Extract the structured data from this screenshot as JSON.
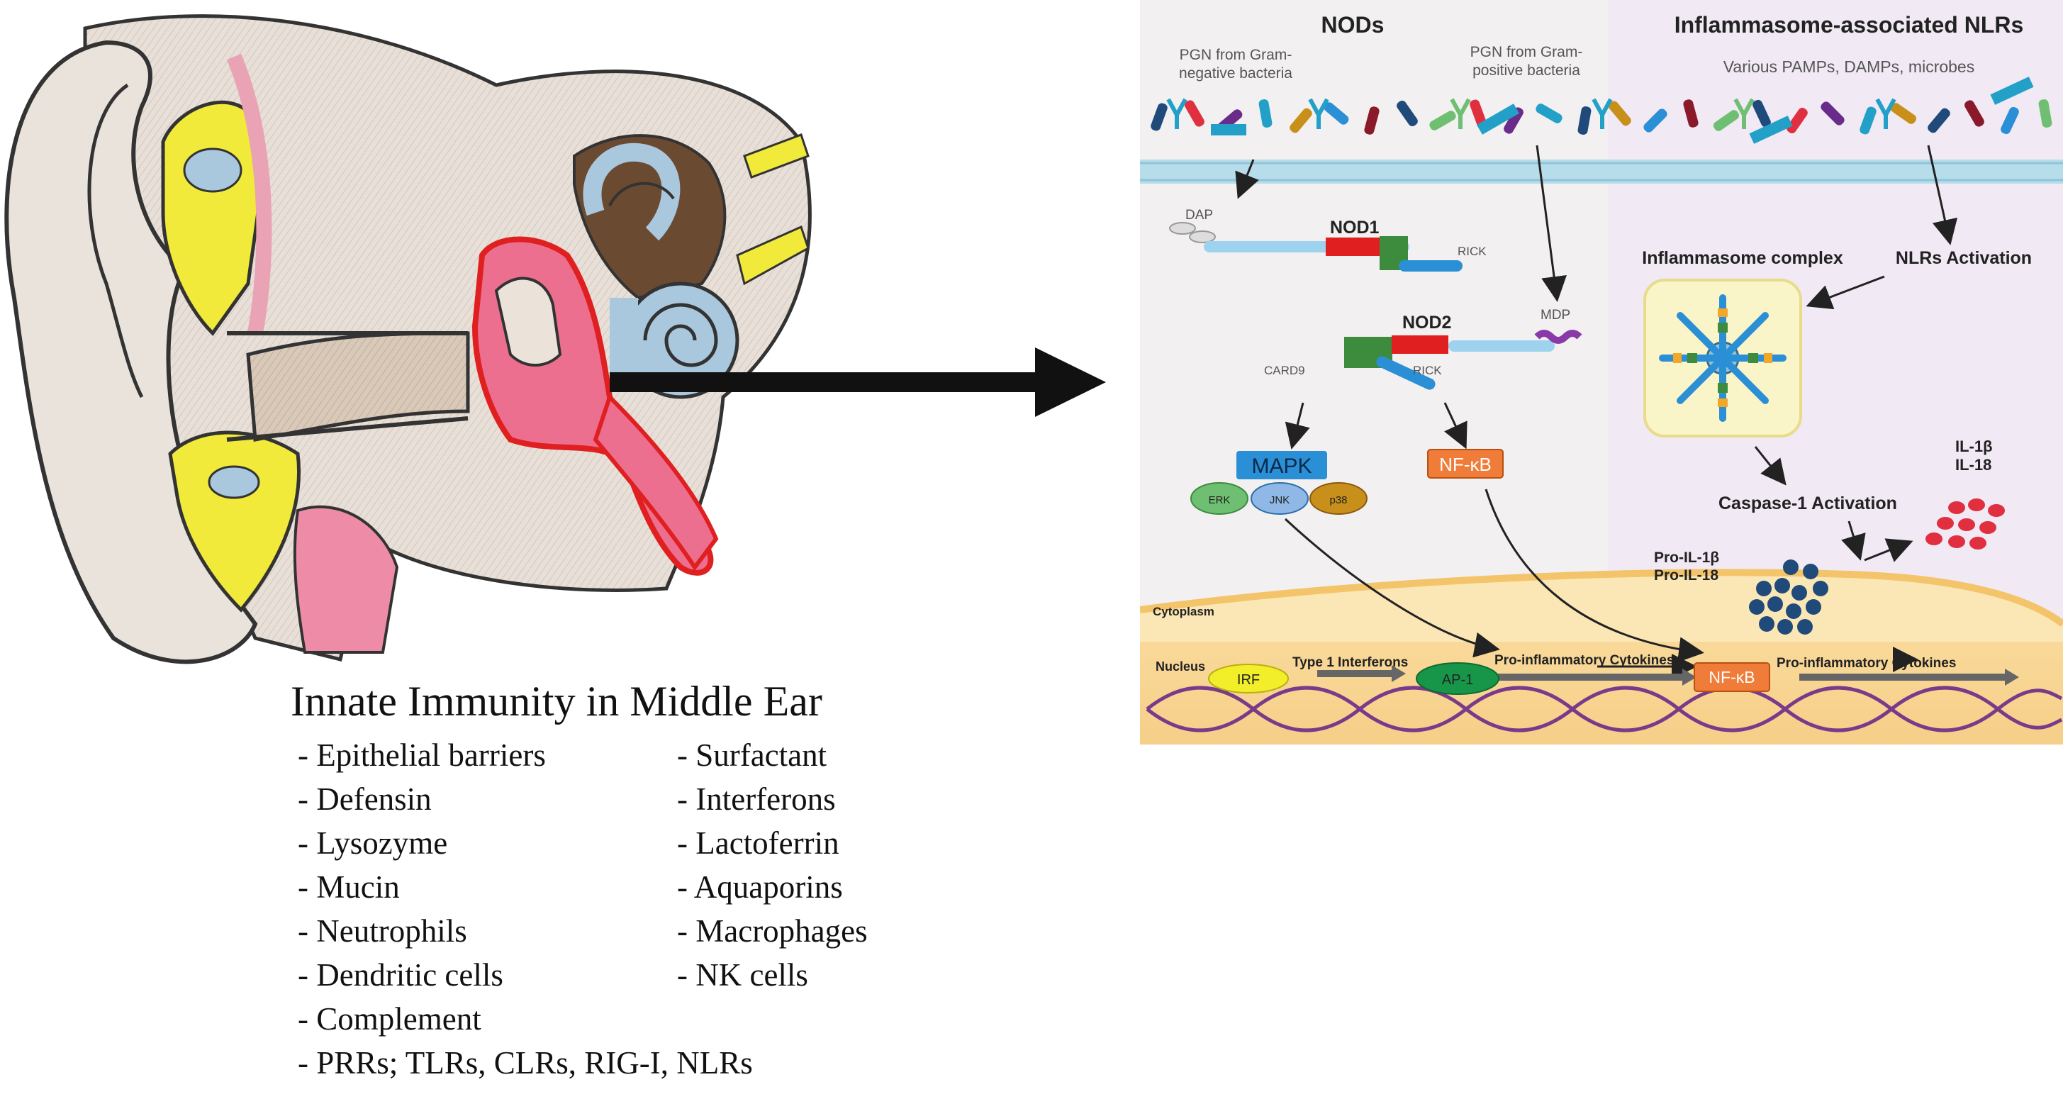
{
  "panel": {
    "nods_title": "NODs",
    "nlrs_title": "Inflammasome-associated NLRs",
    "pgn_negative": [
      "PGN from Gram-",
      "negative bacteria"
    ],
    "pgn_positive": [
      "PGN from Gram-",
      "positive bacteria"
    ],
    "pamps": "Various PAMPs, DAMPs, microbes",
    "dap": "DAP",
    "nod1": "NOD1",
    "rick1": "RICK",
    "nod2": "NOD2",
    "mdp": "MDP",
    "card9": "CARD9",
    "rick2": "RICK",
    "inflammasome_complex": "Inflammasome complex",
    "nlrs_activation": "NLRs Activation",
    "mapk": "MAPK",
    "erk": "ERK",
    "jnk": "JNK",
    "p38": "p38",
    "nfkb_top": "NF-κB",
    "il1b": "IL-1β",
    "il18": "IL-18",
    "caspase": "Caspase-1 Activation",
    "pro_il1b": "Pro-IL-1β",
    "pro_il18": "Pro-IL-18",
    "cytoplasm": "Cytoplasm",
    "nucleus": "Nucleus",
    "irf": "IRF",
    "type1_ifn": "Type 1 Interferons",
    "ap1": "AP-1",
    "pro_infl_1": "Pro-inflammatory Cytokines",
    "nfkb_nucleus": "NF-κB",
    "pro_infl_2": "Pro-inflammatory Cytokines"
  },
  "legend": {
    "title": "Innate Immunity in Middle Ear",
    "left_items": [
      "- Epithelial barriers",
      "- Defensin",
      "- Lysozyme",
      "- Mucin",
      "- Neutrophils",
      "- Dendritic cells",
      "- Complement",
      "- PRRs; TLRs, CLRs, RIG-I, NLRs"
    ],
    "right_items": [
      "- Surfactant",
      "-  Interferons",
      "-  Lactoferrin",
      "-  Aquaporins",
      "- Macrophages",
      "-  NK cells"
    ]
  },
  "colors": {
    "mapk": "#2b8fd6",
    "nfkb": "#f07c3a",
    "ap1": "#17964a",
    "irf": "#f2ee2a",
    "erk": "#6fbf73",
    "jnk": "#8fb8e6",
    "p38": "#c8901a",
    "il_dots": "#e03040",
    "pro_il_dots": "#1f4a7a"
  }
}
